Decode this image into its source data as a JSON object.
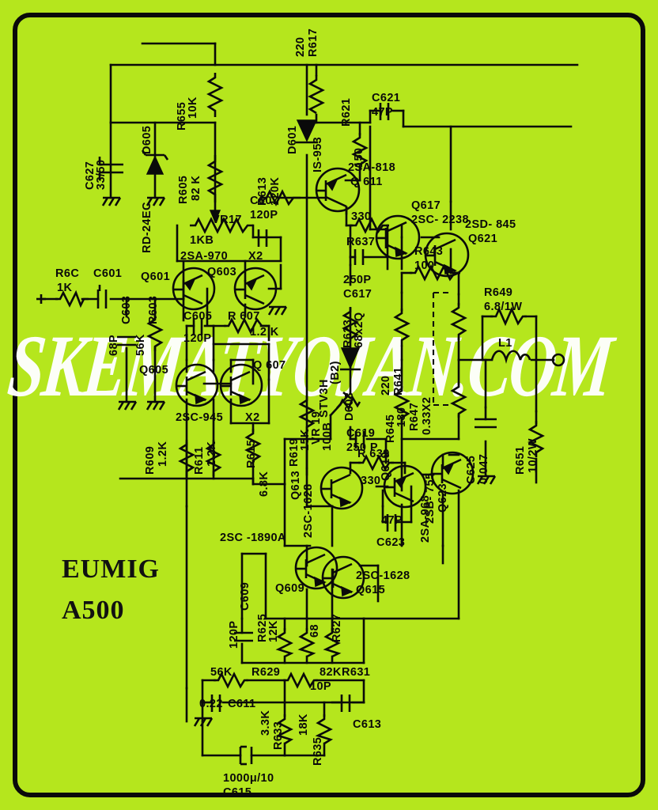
{
  "document": {
    "title": "EUMIG A500",
    "brand_line1": "EUMIG",
    "brand_line2": "A500",
    "watermark": "SKEMATYOJAN.COM",
    "background_color": "#B5E61D",
    "ink_color": "#0a0a0a",
    "watermark_color": "#ffffff"
  },
  "labels": {
    "c627_ref": "C627",
    "c627_val": "33/50",
    "d605_ref": "D605",
    "d605_val": "RD-24EC",
    "r655_ref": "R655",
    "r655_val": "10K",
    "r605_ref": "R605",
    "r605_val": "82 K",
    "r617_ref": "R617",
    "r617_val": "220",
    "d601_ref": "D601",
    "d601_val": "IS-953",
    "r613_ref": "R613",
    "r613_val": "120K",
    "r621_ref": "R621",
    "r621_val": "150",
    "c621_ref": "C621",
    "c621_val": "47P",
    "q611_type": "2SA-818",
    "q611_ref": "Q 611",
    "q617_ref": "Q617",
    "q617_type": "2SC- 2238",
    "q621_type": "2SD- 845",
    "q621_ref": "Q621",
    "r637_ref": "R637",
    "r637_val": "330",
    "c617_ref": "C617",
    "c617_val": "250P",
    "r623_ref": "R623",
    "r623_val": "68x2Q",
    "r643_ref": "R643",
    "r643_val": "100",
    "r649_ref": "R649",
    "r649_val": "6.8/1W",
    "r641_ref": "R641",
    "r641_val": "220",
    "r647_ref": "R647",
    "r647_val": "0.33X2",
    "r645_ref": "R645",
    "r645_val": "180",
    "l1_ref": "L1",
    "r651_ref": "R651",
    "r651_val": "10/2W",
    "c625_ref": "C625",
    "c625_val": "0.047",
    "vr17_ref": "VR17",
    "vr17_val": "1KB",
    "c607_ref": "C607",
    "c607_val": "120P",
    "q601_ref": "Q601",
    "q603_ref": "Q603",
    "q0603_type": "2SA-970",
    "q0603_x2": "X2",
    "r601_ref": "R6C",
    "r601_val": "1K",
    "c601_ref": "C601",
    "c603_ref": "C603",
    "c603_val": "68P",
    "r603_ref": "R603",
    "r603_val": "56K",
    "c605_ref": "C605",
    "c605_val": "120P",
    "r607_ref": "R 607",
    "r607_val": "1.2 K",
    "q605_ref": "Q605",
    "q607_ref": "Q 607",
    "q0605_type": "2SC-945",
    "q0605_x2": "X2",
    "r609_ref": "R609",
    "r609_val": "1.2K",
    "r611_ref": "R611",
    "r611_val": "1.2K",
    "r615_ref": "R615",
    "r615_val": "6.8K",
    "r619_ref": "R619",
    "r619_val": "15K",
    "vr19_ref": "VR 19",
    "vr19_val": "100B",
    "q613_ref": "Q613",
    "q613_type": "2SC-1628",
    "d603_ref": "D603",
    "d603_val": "STV3H",
    "d603_note": "(B2)",
    "c619_ref": "C619",
    "c619_val": "250 P",
    "r639_ref": "R 639",
    "r639_val": "330",
    "q619_ref": "Q619",
    "q619_type": "2SA-968",
    "c623_ref": "C623",
    "c623_val": "47P",
    "q623_ref": "Q623",
    "q623_type": "2SB- 755",
    "q609_ref": "Q609",
    "q609_type": "2SC -1890A",
    "q615_ref": "Q615",
    "q615_type": "2SC-1628",
    "c609_ref": "C609",
    "c609_val": "120P",
    "r625_ref": "R625",
    "r625_val": "12K",
    "r627_ref": "R627",
    "r627_val": "68",
    "r629_ref": "R629",
    "r629_val": "56K",
    "r631_ref": "R631",
    "r631_val": "82K",
    "c611_ref": "C611",
    "c611_val": "0.22",
    "c613_ref": "C613",
    "c613_val": "10P",
    "r633_ref": "R633",
    "r633_val": "3.3K",
    "r635_ref": "R635",
    "r635_val": "18K",
    "c615_ref": "C615",
    "c615_val": "1000μ/10"
  }
}
